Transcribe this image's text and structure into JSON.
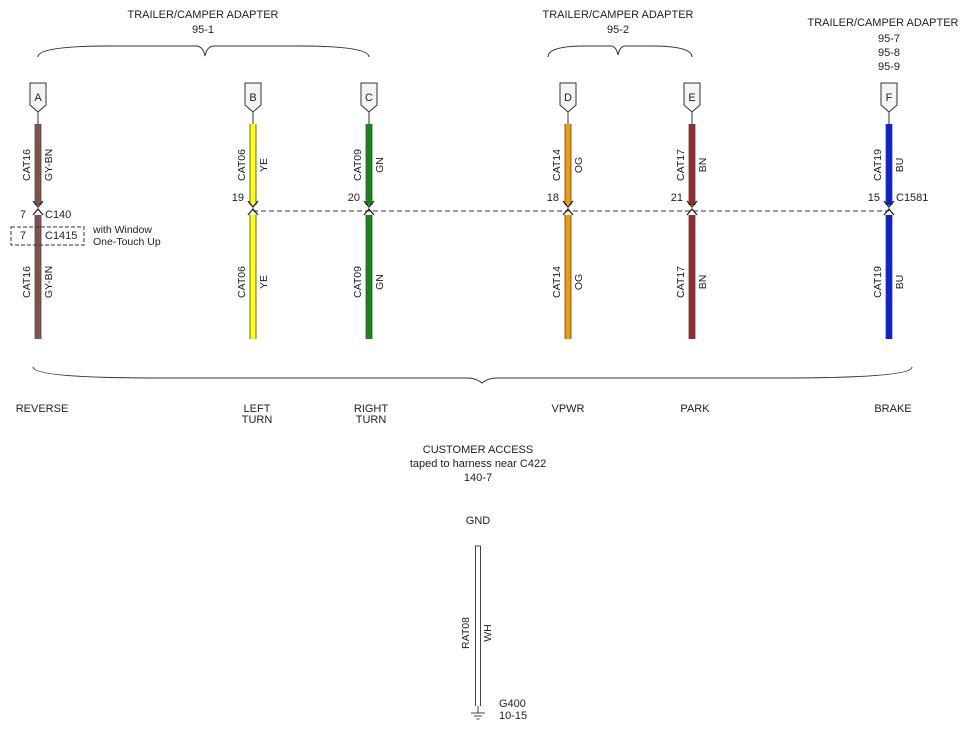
{
  "adapter_groups": [
    {
      "title": "TRAILER/CAMPER ADAPTER",
      "refs": [
        "95-1"
      ]
    },
    {
      "title": "TRAILER/CAMPER ADAPTER",
      "refs": [
        "95-2"
      ]
    },
    {
      "title": "TRAILER/CAMPER ADAPTER",
      "refs": [
        "95-7",
        "95-8",
        "95-9"
      ]
    }
  ],
  "circuits": [
    {
      "pin": "A",
      "circuit": "CAT16",
      "color_code": "GY-BN",
      "color_hex": "#7a5a55",
      "c1581_pin": "",
      "function": [
        "REVERSE"
      ]
    },
    {
      "pin": "B",
      "circuit": "CAT06",
      "color_code": "YE",
      "color_hex": "#ffff00",
      "c1581_pin": "19",
      "function": [
        "LEFT",
        "TURN"
      ]
    },
    {
      "pin": "C",
      "circuit": "CAT09",
      "color_code": "GN",
      "color_hex": "#138a13",
      "c1581_pin": "20",
      "function": [
        "RIGHT",
        "TURN"
      ]
    },
    {
      "pin": "D",
      "circuit": "CAT14",
      "color_code": "OG",
      "color_hex": "#f29a00",
      "c1581_pin": "18",
      "function": [
        "VPWR"
      ]
    },
    {
      "pin": "E",
      "circuit": "CAT17",
      "color_code": "BN",
      "color_hex": "#9c2a2a",
      "c1581_pin": "21",
      "function": [
        "PARK"
      ]
    },
    {
      "pin": "F",
      "circuit": "CAT19",
      "color_code": "BU",
      "color_hex": "#0a1fe0",
      "c1581_pin": "15",
      "function": [
        "BRAKE"
      ]
    }
  ],
  "reverse_splices": {
    "c140_pin": "7",
    "c140_label": "C140",
    "c1415_pin": "7",
    "c1415_label": "C1415",
    "option_note": [
      "with Window",
      "One-Touch Up"
    ]
  },
  "c1581_label": "C1581",
  "customer_access": [
    "CUSTOMER ACCESS",
    "taped to harness near C422",
    "140-7"
  ],
  "ground": {
    "label": "GND",
    "circuit": "RAT08",
    "color_code": "WH",
    "connector": "G400",
    "page_ref": "10-15"
  }
}
